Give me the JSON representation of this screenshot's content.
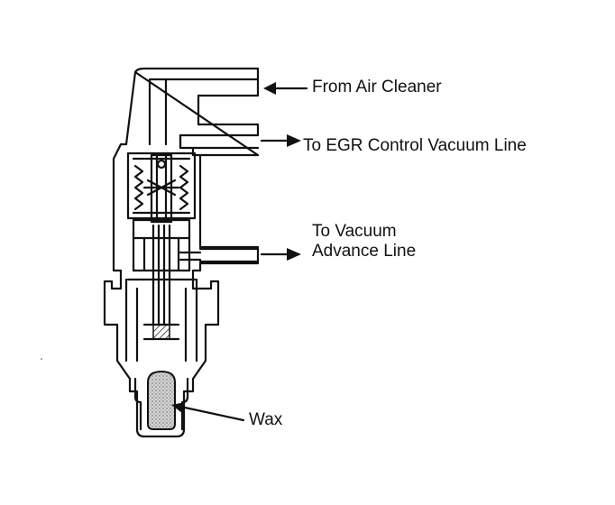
{
  "labels": {
    "air_cleaner": "From Air Cleaner",
    "egr": "To EGR Control Vacuum Line",
    "vacuum_line1": "To Vacuum",
    "vacuum_line2": "Advance Line",
    "wax": "Wax"
  },
  "colors": {
    "ink": "#111111",
    "paper": "#ffffff",
    "wax_fill": "#c9c9c9"
  }
}
